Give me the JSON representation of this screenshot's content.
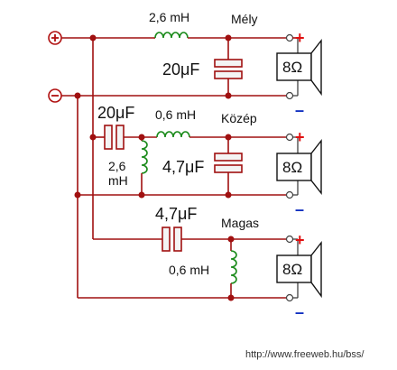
{
  "inputs": {
    "positive_symbol": "+",
    "negative_symbol": "−"
  },
  "sections": {
    "low": {
      "name": "Mély",
      "inductor": "2,6 mH",
      "capacitor": "20μF",
      "impedance": "8Ω",
      "plus": "+",
      "minus": "–"
    },
    "mid": {
      "name": "Közép",
      "series_capacitor": "20μF",
      "series_inductor": "0,6 mH",
      "shunt_inductor_line1": "2,6",
      "shunt_inductor_line2": "mH",
      "shunt_capacitor": "4,7μF",
      "impedance": "8Ω",
      "plus": "+",
      "minus": "–"
    },
    "high": {
      "name": "Magas",
      "series_capacitor": "4,7μF",
      "shunt_inductor": "0,6 mH",
      "impedance": "8Ω",
      "plus": "+",
      "minus": "–"
    }
  },
  "footer": {
    "url": "http://www.freeweb.hu/bss/"
  },
  "colors": {
    "wire": "#a01010",
    "coil": "#1a8a1a",
    "plus": "#e01010",
    "minus": "#1030c0"
  }
}
